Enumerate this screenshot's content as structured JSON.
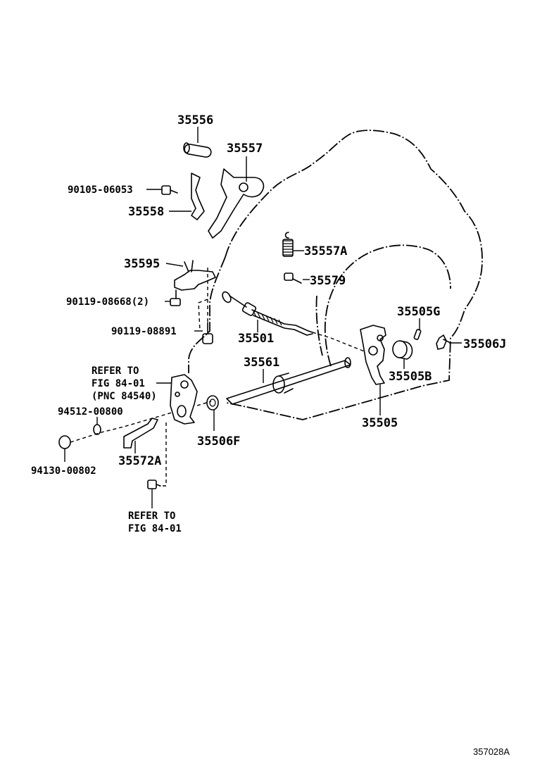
{
  "labels": {
    "p35556": "35556",
    "p35557": "35557",
    "p90105_06053": "90105-06053",
    "p35558": "35558",
    "p35557A": "35557A",
    "p35595": "35595",
    "p35579": "35579",
    "p90119_08668": "90119-08668(2)",
    "p35505G": "35505G",
    "p90119_08891": "90119-08891",
    "p35501": "35501",
    "p35506J": "35506J",
    "refer1_line1": "REFER TO",
    "refer1_line2": "FIG 84-01",
    "refer1_line3": "(PNC 84540)",
    "p35561": "35561",
    "p35505B": "35505B",
    "p94512_00800": "94512-00800",
    "p35505": "35505",
    "p35506F": "35506F",
    "p35572A": "35572A",
    "p94130_00802": "94130-00802",
    "refer2_line1": "REFER TO",
    "refer2_line2": "FIG 84-01",
    "figure_id": "357028A"
  }
}
